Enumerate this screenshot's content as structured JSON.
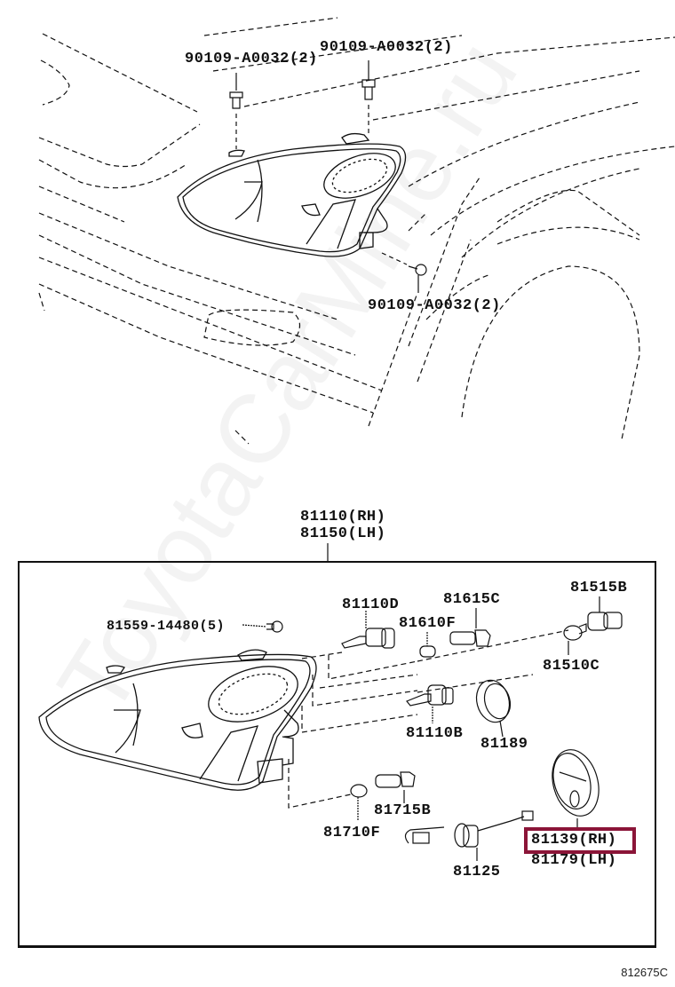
{
  "diagram": {
    "title": "Headlamp assembly exploded parts diagram",
    "figure_number": "812675C",
    "watermark": "ToyotaCarMine.ru",
    "highlight_color": "#8b1538",
    "upper_section": {
      "callouts": [
        {
          "part": "90109-A0032",
          "qty": "(2)",
          "text": "90109-A0032(2)",
          "location": "left-top bolt"
        },
        {
          "part": "90109-A0032",
          "qty": "(2)",
          "text": "90109-A0032(2)",
          "location": "right-top bolt"
        },
        {
          "part": "90109-A0032",
          "qty": "(2)",
          "text": "90109-A0032(2)",
          "location": "lower bolt"
        }
      ]
    },
    "assembly": {
      "label_rh": "81110(RH)",
      "label_lh": "81150(LH)"
    },
    "lower_section": {
      "callouts": [
        {
          "part": "81559-14480",
          "text": "81559-14480(5)"
        },
        {
          "part": "81110D",
          "text": "81110D"
        },
        {
          "part": "81610F",
          "text": "81610F"
        },
        {
          "part": "81615C",
          "text": "81615C"
        },
        {
          "part": "81515B",
          "text": "81515B"
        },
        {
          "part": "81510C",
          "text": "81510C"
        },
        {
          "part": "81110B",
          "text": "81110B"
        },
        {
          "part": "81189",
          "text": "81189"
        },
        {
          "part": "81715B",
          "text": "81715B"
        },
        {
          "part": "81710F",
          "text": "81710F"
        },
        {
          "part": "81125",
          "text": "81125"
        },
        {
          "part": "81139",
          "text": "81139(RH)",
          "highlighted": true
        },
        {
          "part": "81179",
          "text": "81179(LH)"
        }
      ]
    }
  }
}
